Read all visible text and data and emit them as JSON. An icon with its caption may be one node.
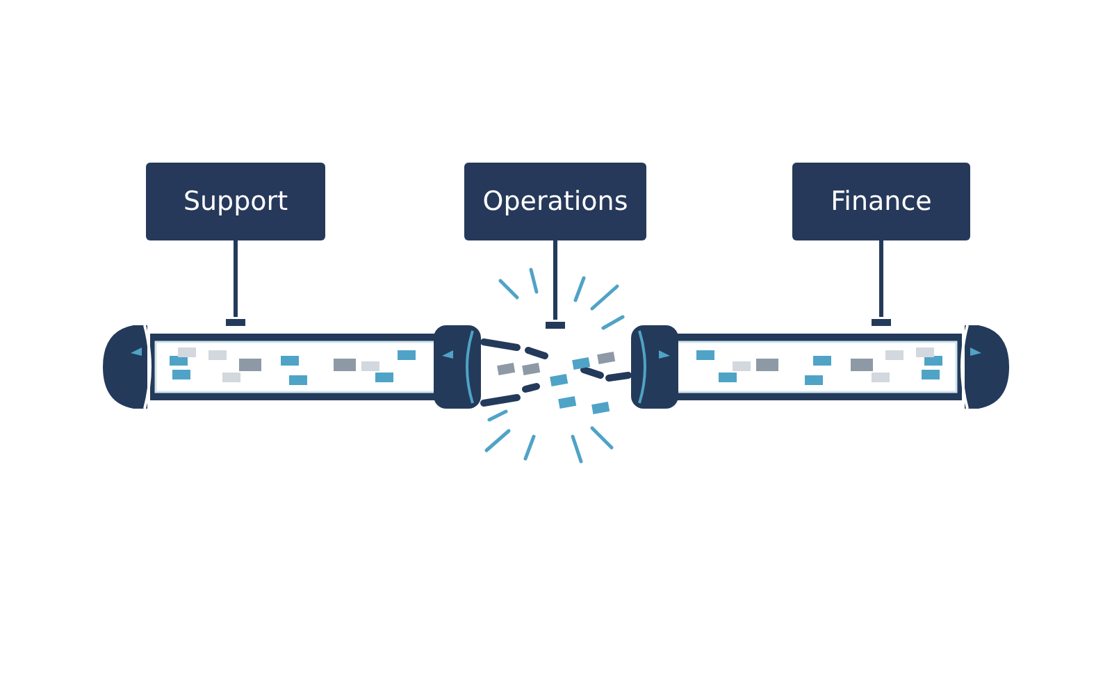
{
  "diagram": {
    "nodes": [
      {
        "text": [
          "Support"
        ]
      },
      {
        "text": [
          "Operations"
        ]
      },
      {
        "text": [
          "Finance"
        ]
      },
      {
        "text": [],
        "shape": "pipe"
      },
      {
        "text": [],
        "shape": "pipe"
      }
    ],
    "edges": [
      {
        "from": 0,
        "to": 3,
        "arrow": "other"
      },
      {
        "from": 1,
        "to": null,
        "arrow": "other"
      },
      {
        "from": 2,
        "to": 4,
        "arrow": "other"
      }
    ]
  }
}
